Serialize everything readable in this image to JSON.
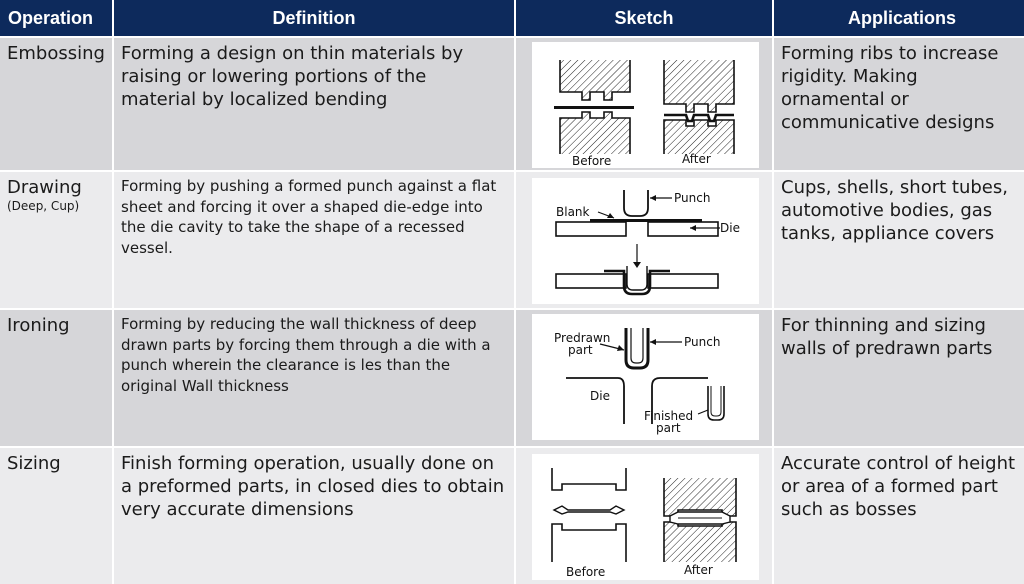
{
  "headers": {
    "operation": "Operation",
    "definition": "Definition",
    "sketch": "Sketch",
    "applications": "Applications"
  },
  "rows": [
    {
      "operation": "Embossing",
      "definition": "Forming a design on thin materials by raising or lowering portions of the material by localized bending",
      "applications": "Forming ribs to increase rigidity. Making ornamental or communicative designs",
      "sketch_labels": {
        "before": "Before",
        "after": "After"
      }
    },
    {
      "operation": "Drawing",
      "operation_note": "(Deep, Cup)",
      "definition": "Forming by pushing a formed punch against a flat sheet and forcing it over a shaped die-edge into the die cavity to take the shape of a recessed vessel.",
      "applications": "Cups, shells, short tubes, automotive bodies, gas tanks, appliance covers",
      "sketch_labels": {
        "punch": "Punch",
        "blank": "Blank",
        "die": "Die"
      }
    },
    {
      "operation": "Ironing",
      "definition": "Forming by reducing the wall thickness of deep drawn parts by forcing them through a die with a punch wherein the clearance is les than the original Wall thickness",
      "applications": "For thinning and sizing walls of predrawn parts",
      "sketch_labels": {
        "predrawn_1": "Predrawn",
        "predrawn_2": "part",
        "punch": "Punch",
        "die": "Die",
        "finished_1": "Finished",
        "finished_2": "part"
      }
    },
    {
      "operation": "Sizing",
      "definition": "Finish forming operation, usually done on a preformed parts, in closed dies to obtain very accurate dimensions",
      "applications": "Accurate control of height or area of a formed part such as bosses",
      "sketch_labels": {
        "before": "Before",
        "after": "After"
      }
    }
  ],
  "colors": {
    "header_bg": "#0d2a5c",
    "row_odd_bg": "#d6d6d9",
    "row_even_bg": "#ebebed"
  }
}
